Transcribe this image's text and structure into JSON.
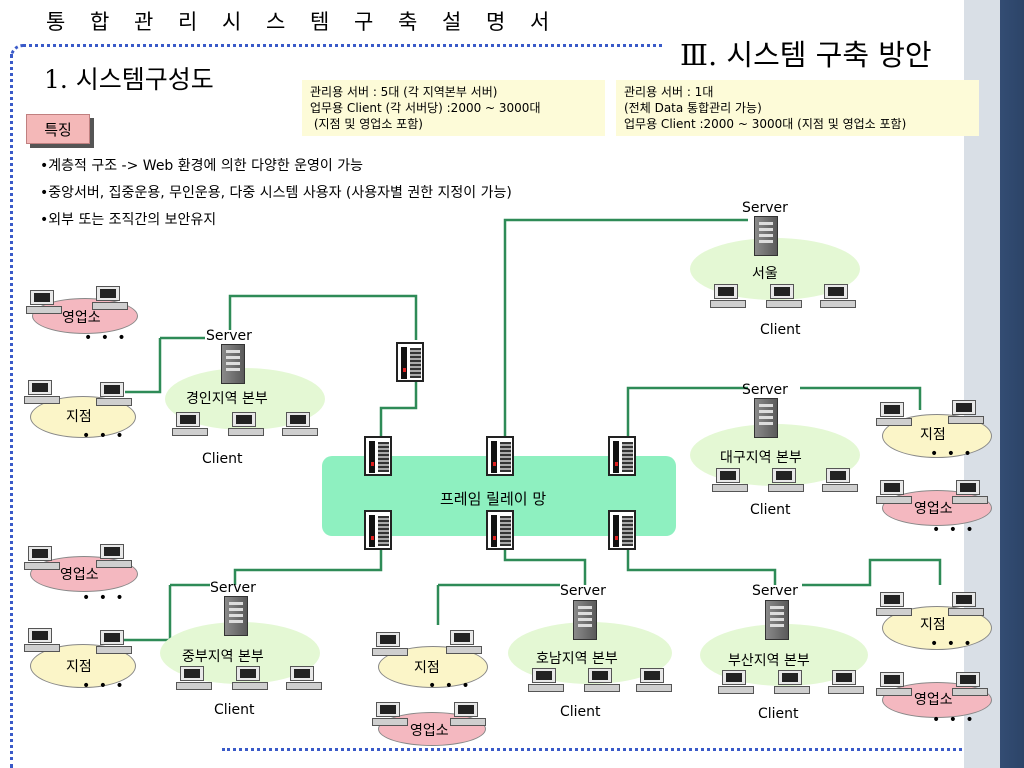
{
  "header": {
    "doc_title": "통 합 관 리 시 스 템 구 축   설 명 서",
    "section_title": "Ⅲ. 시스템 구축 방안",
    "sub_title": "1. 시스템구성도"
  },
  "notes": {
    "left": [
      "관리용 서버 : 5대 (각 지역본부 서버)",
      "업무용 Client (각 서버당) :2000 ~ 3000대",
      " (지점 및 영업소 포함)"
    ],
    "right": [
      "관리용 서버 : 1대",
      "(전체 Data 통합관리 가능)",
      "업무용 Client :2000 ~ 3000대 (지점 및 영업소 포함)"
    ]
  },
  "feature_badge": "특징",
  "bullets": [
    "•계층적 구조 -> Web 환경에 의한 다양한 운영이 가능",
    "•중앙서버, 집중운용,  무인운용, 다중 시스템 사용자 (사용자별 권한 지정이 가능)",
    "•외부 또는 조직간의 보안유지"
  ],
  "network": {
    "label": "프레임 릴레이 망"
  },
  "regions": {
    "seoul": {
      "server": "Server",
      "name": "서울",
      "client": "Client"
    },
    "gyeongin": {
      "server": "Server",
      "name": "경인지역 본부",
      "client": "Client"
    },
    "daegu": {
      "server": "Server",
      "name": "대구지역 본부",
      "client": "Client"
    },
    "jungbu": {
      "server": "Server",
      "name": "중부지역 본부",
      "client": "Client"
    },
    "honam": {
      "server": "Server",
      "name": "호남지역 본부",
      "client": "Client"
    },
    "busan": {
      "server": "Server",
      "name": "부산지역 본부",
      "client": "Client"
    }
  },
  "sites": {
    "office": "영업소",
    "branch": "지점",
    "ellipsis": "• • •"
  },
  "colors": {
    "link_line": "#2e8b57",
    "frame_relay": "#8ef0c0",
    "region_oval": "#e4f8d4",
    "office_oval": "#f4b8c0",
    "branch_oval": "#fbf5c8",
    "frame_dots": "#3a5ac8",
    "note_bg": "#fdfbd8"
  }
}
